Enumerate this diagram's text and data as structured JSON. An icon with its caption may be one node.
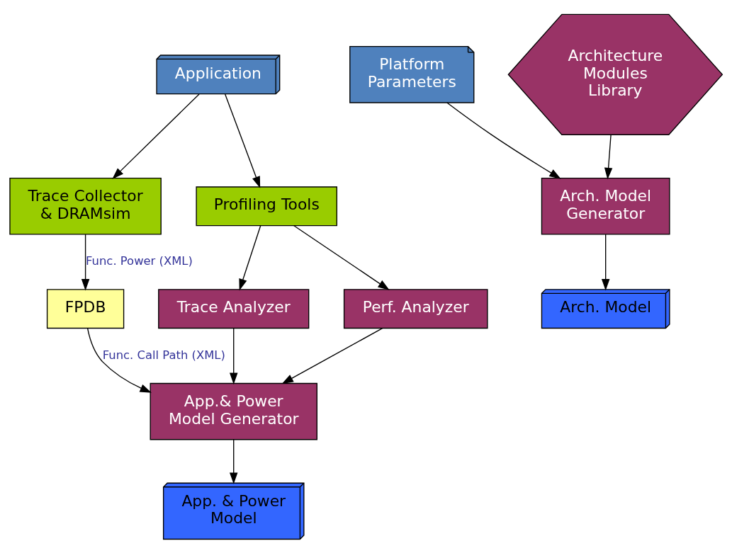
{
  "diagram": {
    "nodes": [
      {
        "text": [
          "Application"
        ]
      },
      {
        "text": [
          "Trace Collector & DRAMsim"
        ]
      },
      {
        "text": [
          "Profiling Tools"
        ]
      },
      {
        "text": [
          "FPDB"
        ]
      },
      {
        "text": [
          "Trace Analyzer"
        ]
      },
      {
        "text": [
          "Perf. Analyzer"
        ]
      },
      {
        "text": [
          "App.& Power Model Generator"
        ]
      },
      {
        "text": [
          "App. & Power Model"
        ]
      },
      {
        "text": [
          "Platform Parameters"
        ]
      },
      {
        "text": [
          "Architecture Modules Library"
        ]
      },
      {
        "text": [
          "Arch. Model Generator"
        ]
      },
      {
        "text": [
          "Arch. Model"
        ]
      }
    ],
    "edges": [
      {
        "from": 0,
        "to": 1,
        "arrow": "to"
      },
      {
        "from": 0,
        "to": 2,
        "arrow": "to"
      },
      {
        "from": 1,
        "to": 3,
        "arrow": "to",
        "label": "Func. Power (XML)"
      },
      {
        "from": 2,
        "to": 4,
        "arrow": "to"
      },
      {
        "from": 2,
        "to": 5,
        "arrow": "to"
      },
      {
        "from": 4,
        "to": 6,
        "arrow": "to"
      },
      {
        "from": 5,
        "to": 6,
        "arrow": "to"
      },
      {
        "from": 3,
        "to": 6,
        "arrow": "to",
        "label": "Func. Call Path (XML)"
      },
      {
        "from": 6,
        "to": 7,
        "arrow": "to"
      },
      {
        "from": 8,
        "to": 10,
        "arrow": "to"
      },
      {
        "from": 9,
        "to": 10,
        "arrow": "to"
      },
      {
        "from": 10,
        "to": 11,
        "arrow": "to"
      }
    ]
  }
}
